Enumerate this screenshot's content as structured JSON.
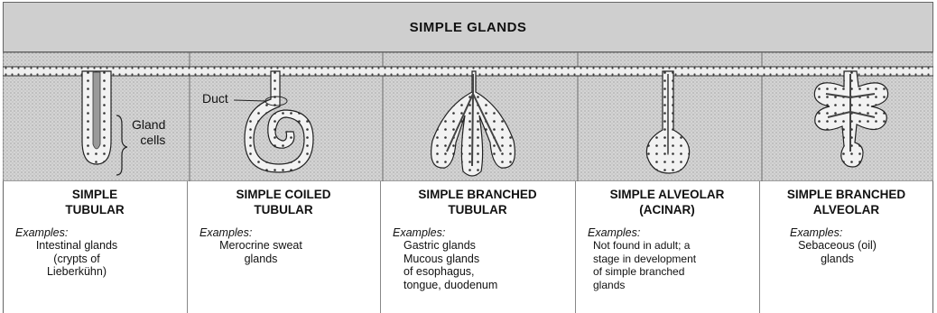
{
  "title": "SIMPLE GLANDS",
  "annotations": {
    "duct": "Duct",
    "gland_cells": "Gland\ncells"
  },
  "glands": [
    {
      "name": "SIMPLE\nTUBULAR",
      "examples_label": "Examples:",
      "examples": "Intestinal glands\n(crypts of\nLieberkühn)"
    },
    {
      "name": "SIMPLE COILED\nTUBULAR",
      "examples_label": "Examples:",
      "examples": "Merocrine sweat\nglands"
    },
    {
      "name": "SIMPLE BRANCHED\nTUBULAR",
      "examples_label": "Examples:",
      "examples": "Gastric glands\nMucous glands\n  of esophagus,\n  tongue, duodenum"
    },
    {
      "name": "SIMPLE ALVEOLAR\n(ACINAR)",
      "examples_label": "Examples:",
      "examples": "Not found in adult; a\n  stage in development\n  of simple branched\n  glands"
    },
    {
      "name": "SIMPLE BRANCHED\nALVEOLAR",
      "examples_label": "Examples:",
      "examples": "Sebaceous (oil)\nglands"
    }
  ]
}
